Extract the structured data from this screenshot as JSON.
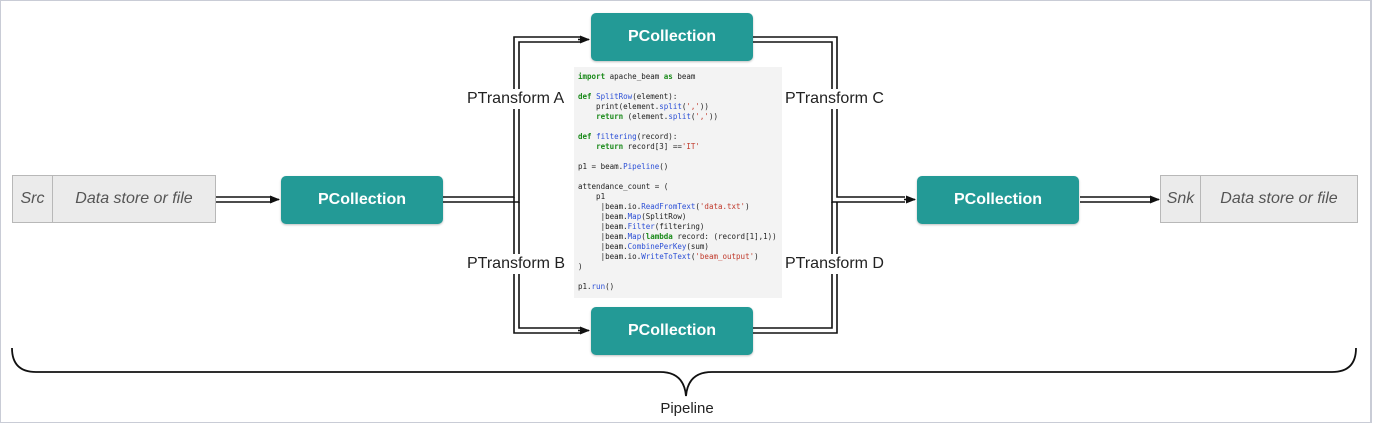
{
  "source": {
    "tag": "Src",
    "description": "Data store or file"
  },
  "sink": {
    "tag": "Snk",
    "description": "Data store or file"
  },
  "pcollections": {
    "input": "PCollection",
    "top": "PCollection",
    "bottom": "PCollection",
    "merged": "PCollection"
  },
  "transforms": {
    "a": "PTransform A",
    "b": "PTransform B",
    "c": "PTransform C",
    "d": "PTransform D"
  },
  "pipeline_label": "Pipeline",
  "code_lines": [
    [
      [
        "kw",
        "import"
      ],
      [
        "t",
        " apache_beam "
      ],
      [
        "kw",
        "as"
      ],
      [
        "t",
        " beam"
      ]
    ],
    [],
    [
      [
        "kw",
        "def"
      ],
      [
        "t",
        " "
      ],
      [
        "fn",
        "SplitRow"
      ],
      [
        "t",
        "(element):"
      ]
    ],
    [
      [
        "t",
        "    print(element."
      ],
      [
        "fn",
        "split"
      ],
      [
        "t",
        "("
      ],
      [
        "st",
        "','"
      ],
      [
        "t",
        "))"
      ]
    ],
    [
      [
        "t",
        "    "
      ],
      [
        "kw",
        "return"
      ],
      [
        "t",
        " (element."
      ],
      [
        "fn",
        "split"
      ],
      [
        "t",
        "("
      ],
      [
        "st",
        "','"
      ],
      [
        "t",
        "))"
      ]
    ],
    [],
    [
      [
        "kw",
        "def"
      ],
      [
        "t",
        " "
      ],
      [
        "fn",
        "filtering"
      ],
      [
        "t",
        "(record):"
      ]
    ],
    [
      [
        "t",
        "    "
      ],
      [
        "kw",
        "return"
      ],
      [
        "t",
        " record[3] =="
      ],
      [
        "st",
        "'IT'"
      ]
    ],
    [],
    [
      [
        "t",
        "p1 = beam."
      ],
      [
        "fn",
        "Pipeline"
      ],
      [
        "t",
        "()"
      ]
    ],
    [],
    [
      [
        "t",
        "attendance_count = ("
      ]
    ],
    [
      [
        "t",
        "    p1"
      ]
    ],
    [
      [
        "t",
        "     |beam.io."
      ],
      [
        "fn",
        "ReadFromText"
      ],
      [
        "t",
        "("
      ],
      [
        "st",
        "'data.txt'"
      ],
      [
        "t",
        ")"
      ]
    ],
    [
      [
        "t",
        "     |beam."
      ],
      [
        "fn",
        "Map"
      ],
      [
        "t",
        "(SplitRow)"
      ]
    ],
    [
      [
        "t",
        "     |beam."
      ],
      [
        "fn",
        "Filter"
      ],
      [
        "t",
        "(filtering)"
      ]
    ],
    [
      [
        "t",
        "     |beam."
      ],
      [
        "fn",
        "Map"
      ],
      [
        "t",
        "("
      ],
      [
        "kw",
        "lambda"
      ],
      [
        "t",
        " record: (record[1],1))"
      ]
    ],
    [
      [
        "t",
        "     |beam."
      ],
      [
        "fn",
        "CombinePerKey"
      ],
      [
        "t",
        "(sum)"
      ]
    ],
    [
      [
        "t",
        "     |beam.io."
      ],
      [
        "fn",
        "WriteToText"
      ],
      [
        "t",
        "("
      ],
      [
        "st",
        "'beam_output'"
      ],
      [
        "t",
        ")"
      ]
    ],
    [
      [
        "t",
        ")"
      ]
    ],
    [],
    [
      [
        "t",
        "p1."
      ],
      [
        "fn",
        "run"
      ],
      [
        "t",
        "()"
      ]
    ]
  ]
}
